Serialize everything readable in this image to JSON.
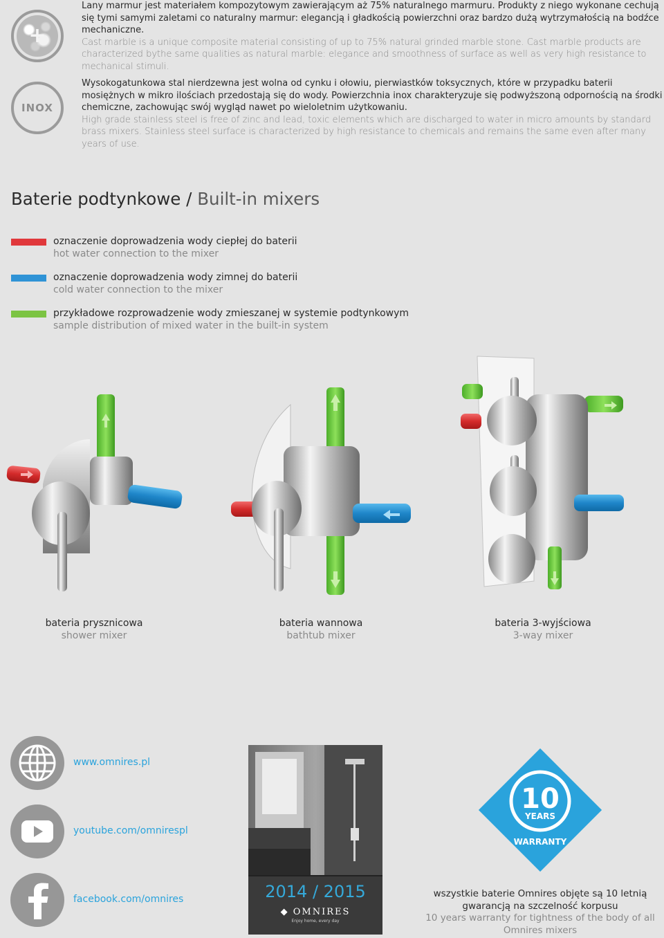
{
  "materials": [
    {
      "icon": "marble-icon",
      "pl": "Lany marmur jest materiałem kompozytowym zawierającym aż 75% naturalnego marmuru. Produkty z niego wykonane cechują się tymi samymi zaletami co naturalny marmur: elegancją i gładkością powierzchni oraz bardzo dużą wytrzymałością na bodźce mechaniczne.",
      "en": "Cast marble is a unique composite material consisting of up to 75% natural grinded marble stone. Cast marble products are characterized bythe same qualities as natural marble: elegance and smoothness of surface as well as very high resistance to mechanical stimuli."
    },
    {
      "icon": "inox-icon",
      "label": "INOX",
      "pl": "Wysokogatunkowa stal nierdzewna jest wolna od cynku i ołowiu, pierwiastków toksycznych, które w przypadku baterii mosiężnych w mikro ilościach przedostają się do wody. Powierzchnia inox charakteryzuje się podwyższoną odpornością na środki chemiczne, zachowując swój wygląd nawet po wieloletnim użytkowaniu.",
      "en": "High grade stainless steel is free of zinc and lead, toxic elements which are discharged to water in micro amounts by standard brass mixers. Stainless steel surface is characterized by high resistance to chemicals and remains the same even after many years of use."
    }
  ],
  "section": {
    "title_pl": "Baterie podtynkowe /",
    "title_en": "Built-in mixers"
  },
  "legend": [
    {
      "color": "#e0383b",
      "pl": "oznaczenie doprowadzenia wody ciepłej do baterii",
      "en": "hot water connection to the mixer"
    },
    {
      "color": "#2f93d6",
      "pl": "oznaczenie doprowadzenia wody zimnej do baterii",
      "en": "cold water connection to the mixer"
    },
    {
      "color": "#7cc443",
      "pl": "przykładowe rozprowadzenie wody zmieszanej w systemie podtynkowym",
      "en": "sample distribution of mixed water in the built-in system"
    }
  ],
  "mixers": [
    {
      "pl": "bateria prysznicowa",
      "en": "shower mixer"
    },
    {
      "pl": "bateria wannowa",
      "en": "bathtub mixer"
    },
    {
      "pl": "bateria 3-wyjściowa",
      "en": "3-way mixer"
    }
  ],
  "social": [
    {
      "icon": "globe-icon",
      "text": "www.omnires.pl"
    },
    {
      "icon": "youtube-icon",
      "text": "youtube.com/omnirespl"
    },
    {
      "icon": "facebook-icon",
      "text": "facebook.com/omnires"
    }
  ],
  "catalog": {
    "year": "2014 / 2015",
    "brand": "OMNIRES",
    "tagline": "Enjoy home, every day"
  },
  "warranty": {
    "number": "10",
    "years": "YEARS",
    "label": "WARRANTY",
    "pl": "wszystkie baterie Omnires objęte są 10 letnią gwarancją na szczelność korpusu",
    "en": "10 years warranty for tightness of the body of all Omnires mixers"
  },
  "colors": {
    "hot": "#e0383b",
    "cold": "#2f93d6",
    "mixed": "#7cc443",
    "accent": "#2aa3dc",
    "background": "#e4e4e4"
  }
}
